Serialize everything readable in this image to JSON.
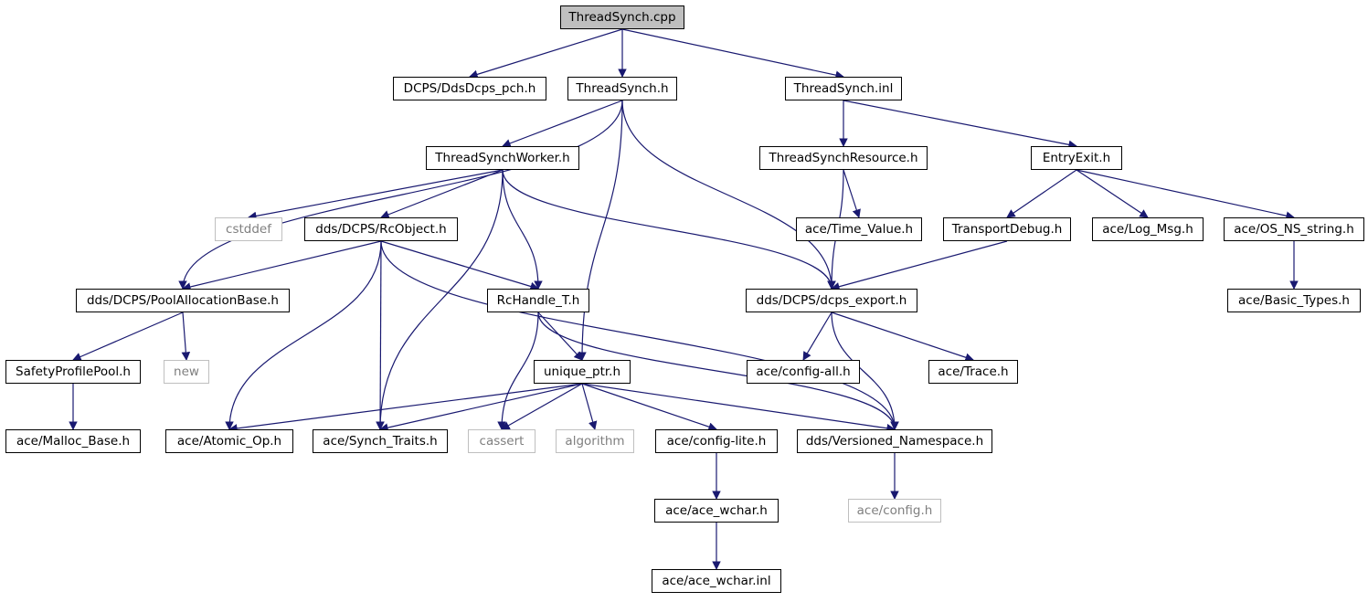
{
  "nodes": [
    {
      "id": "ThreadSynch_cpp",
      "label": "ThreadSynch.cpp",
      "kind": "root"
    },
    {
      "id": "DdsDcps_pch",
      "label": "DCPS/DdsDcps_pch.h",
      "kind": "file"
    },
    {
      "id": "ThreadSynch_h",
      "label": "ThreadSynch.h",
      "kind": "file"
    },
    {
      "id": "ThreadSynch_inl",
      "label": "ThreadSynch.inl",
      "kind": "file"
    },
    {
      "id": "ThreadSynchWorker",
      "label": "ThreadSynchWorker.h",
      "kind": "file"
    },
    {
      "id": "ThreadSynchResource",
      "label": "ThreadSynchResource.h",
      "kind": "file"
    },
    {
      "id": "EntryExit",
      "label": "EntryExit.h",
      "kind": "file"
    },
    {
      "id": "cstddef",
      "label": "cstddef",
      "kind": "external"
    },
    {
      "id": "RcObject",
      "label": "dds/DCPS/RcObject.h",
      "kind": "file"
    },
    {
      "id": "Time_Value",
      "label": "ace/Time_Value.h",
      "kind": "file"
    },
    {
      "id": "TransportDebug",
      "label": "TransportDebug.h",
      "kind": "file"
    },
    {
      "id": "Log_Msg",
      "label": "ace/Log_Msg.h",
      "kind": "file"
    },
    {
      "id": "OS_NS_string",
      "label": "ace/OS_NS_string.h",
      "kind": "file"
    },
    {
      "id": "PoolAllocationBase",
      "label": "dds/DCPS/PoolAllocationBase.h",
      "kind": "file"
    },
    {
      "id": "RcHandle_T",
      "label": "RcHandle_T.h",
      "kind": "file"
    },
    {
      "id": "dcps_export",
      "label": "dds/DCPS/dcps_export.h",
      "kind": "file"
    },
    {
      "id": "Basic_Types",
      "label": "ace/Basic_Types.h",
      "kind": "file"
    },
    {
      "id": "SafetyProfilePool",
      "label": "SafetyProfilePool.h",
      "kind": "file"
    },
    {
      "id": "new",
      "label": "new",
      "kind": "external"
    },
    {
      "id": "unique_ptr",
      "label": "unique_ptr.h",
      "kind": "file"
    },
    {
      "id": "config_all",
      "label": "ace/config-all.h",
      "kind": "file"
    },
    {
      "id": "Trace",
      "label": "ace/Trace.h",
      "kind": "file"
    },
    {
      "id": "Malloc_Base",
      "label": "ace/Malloc_Base.h",
      "kind": "file"
    },
    {
      "id": "Atomic_Op",
      "label": "ace/Atomic_Op.h",
      "kind": "file"
    },
    {
      "id": "Synch_Traits",
      "label": "ace/Synch_Traits.h",
      "kind": "file"
    },
    {
      "id": "cassert",
      "label": "cassert",
      "kind": "external"
    },
    {
      "id": "algorithm",
      "label": "algorithm",
      "kind": "external"
    },
    {
      "id": "config_lite",
      "label": "ace/config-lite.h",
      "kind": "file"
    },
    {
      "id": "Versioned_Namespace",
      "label": "dds/Versioned_Namespace.h",
      "kind": "file"
    },
    {
      "id": "config_h",
      "label": "ace/config.h",
      "kind": "external"
    },
    {
      "id": "ace_wchar_h",
      "label": "ace/ace_wchar.h",
      "kind": "file"
    },
    {
      "id": "ace_wchar_inl",
      "label": "ace/ace_wchar.inl",
      "kind": "file"
    }
  ],
  "edges": [
    [
      "ThreadSynch_cpp",
      "DdsDcps_pch"
    ],
    [
      "ThreadSynch_cpp",
      "ThreadSynch_h"
    ],
    [
      "ThreadSynch_cpp",
      "ThreadSynch_inl"
    ],
    [
      "ThreadSynch_h",
      "PoolAllocationBase"
    ],
    [
      "ThreadSynch_h",
      "ThreadSynchWorker"
    ],
    [
      "ThreadSynch_h",
      "unique_ptr"
    ],
    [
      "ThreadSynch_h",
      "dcps_export"
    ],
    [
      "ThreadSynch_inl",
      "ThreadSynchResource"
    ],
    [
      "ThreadSynch_inl",
      "EntryExit"
    ],
    [
      "ThreadSynchWorker",
      "cstddef"
    ],
    [
      "ThreadSynchWorker",
      "RcObject"
    ],
    [
      "ThreadSynchWorker",
      "Synch_Traits"
    ],
    [
      "ThreadSynchWorker",
      "RcHandle_T"
    ],
    [
      "ThreadSynchWorker",
      "dcps_export"
    ],
    [
      "ThreadSynchResource",
      "dcps_export"
    ],
    [
      "ThreadSynchResource",
      "Time_Value"
    ],
    [
      "EntryExit",
      "TransportDebug"
    ],
    [
      "EntryExit",
      "Log_Msg"
    ],
    [
      "EntryExit",
      "OS_NS_string"
    ],
    [
      "RcObject",
      "PoolAllocationBase"
    ],
    [
      "RcObject",
      "Atomic_Op"
    ],
    [
      "RcObject",
      "Synch_Traits"
    ],
    [
      "RcObject",
      "RcHandle_T"
    ],
    [
      "RcObject",
      "Versioned_Namespace"
    ],
    [
      "TransportDebug",
      "dcps_export"
    ],
    [
      "OS_NS_string",
      "Basic_Types"
    ],
    [
      "PoolAllocationBase",
      "SafetyProfilePool"
    ],
    [
      "PoolAllocationBase",
      "new"
    ],
    [
      "SafetyProfilePool",
      "Malloc_Base"
    ],
    [
      "RcHandle_T",
      "cassert"
    ],
    [
      "RcHandle_T",
      "unique_ptr"
    ],
    [
      "RcHandle_T",
      "Versioned_Namespace"
    ],
    [
      "dcps_export",
      "config_all"
    ],
    [
      "dcps_export",
      "Trace"
    ],
    [
      "dcps_export",
      "Versioned_Namespace"
    ],
    [
      "unique_ptr",
      "Atomic_Op"
    ],
    [
      "unique_ptr",
      "Synch_Traits"
    ],
    [
      "unique_ptr",
      "cassert"
    ],
    [
      "unique_ptr",
      "algorithm"
    ],
    [
      "unique_ptr",
      "config_lite"
    ],
    [
      "unique_ptr",
      "Versioned_Namespace"
    ],
    [
      "config_lite",
      "ace_wchar_h"
    ],
    [
      "ace_wchar_h",
      "ace_wchar_inl"
    ],
    [
      "Versioned_Namespace",
      "config_h"
    ]
  ],
  "colors": {
    "edge": "#191970",
    "root_fill": "#bfbfbf",
    "external_border": "#bfbfbf",
    "external_text": "#7f7f7f"
  }
}
